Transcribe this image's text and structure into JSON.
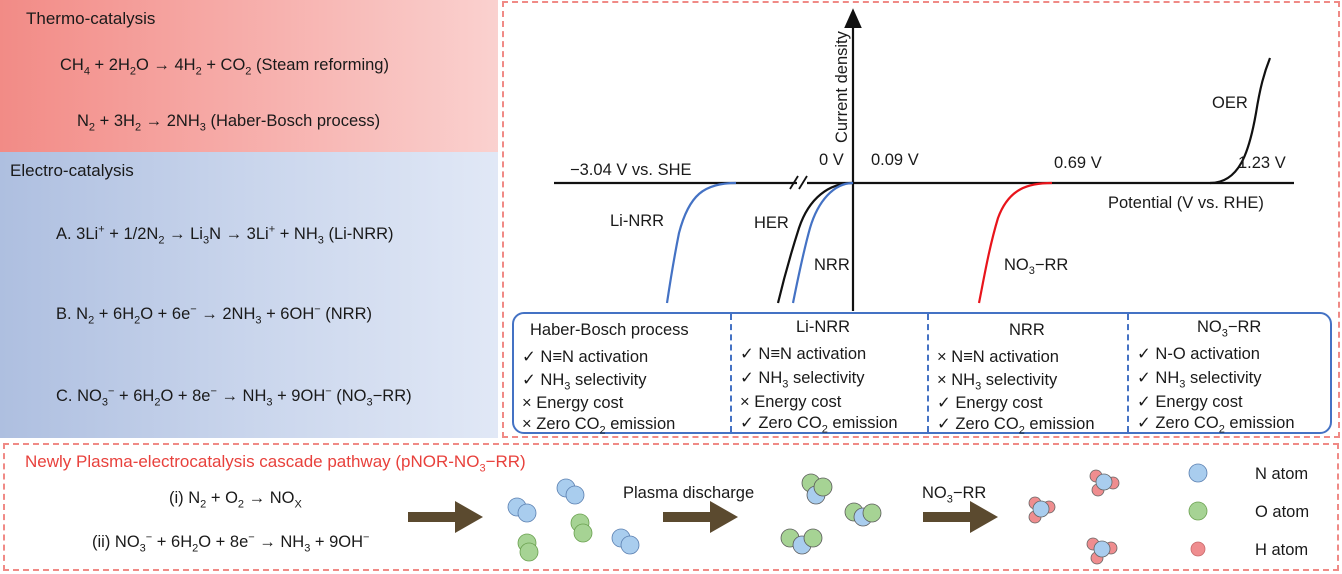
{
  "thermo": {
    "title": "Thermo-catalysis",
    "eq1": {
      "a": "CH",
      "a_sub": "4",
      "b": " + 2H",
      "b_sub": "2",
      "c": "O → 4H",
      "c_sub": "2",
      "d": " + CO",
      "d_sub": "2",
      "e": " (Steam reforming)"
    },
    "eq2": {
      "a": "N",
      "a_sub": "2",
      "b": " + 3H",
      "b_sub": "2",
      "c": " → 2NH",
      "c_sub": "3",
      "d": " (Haber-Bosch process)"
    }
  },
  "electro": {
    "title": "Electro-catalysis",
    "eqA": {
      "a": "A. 3Li",
      "a_sup": "+",
      "b": " + 1/2N",
      "b_sub": "2",
      "c": " → Li",
      "c_sub": "3",
      "d": "N → 3Li",
      "d_sup": "+",
      "e": " + NH",
      "e_sub": "3",
      "f": " (Li-NRR)"
    },
    "eqB": {
      "a": "B. N",
      "a_sub": "2",
      "b": " + 6H",
      "b_sub": "2",
      "c": "O + 6e",
      "c_sup": "−",
      "d": " → 2NH",
      "d_sub": "3",
      "e": " + 6OH",
      "e_sup": "−",
      "f": " (NRR)"
    },
    "eqC": {
      "a": "C. NO",
      "a_sub": "3",
      "a_sup": "−",
      "b": " + 6H",
      "b_sub": "2",
      "c": "O + 8e",
      "c_sup": "−",
      "d": " → NH",
      "d_sub": "3",
      "e": " + 9OH",
      "e_sup": "−",
      "f": " (NO",
      "f_sub": "3",
      "g": "−RR)"
    }
  },
  "plot": {
    "y_axis_label": "Current density",
    "x_axis_label": "Potential (V vs. RHE)",
    "labels": {
      "she": "−3.04 V vs. SHE",
      "zero": "0 V",
      "p009": "0.09 V",
      "p069": "0.69 V",
      "p123": "1.23 V",
      "oer": "OER",
      "her": "HER",
      "li_nrr": "Li-NRR",
      "nrr": "NRR",
      "no3rr_a": "NO",
      "no3rr_sub": "3",
      "no3rr_b": "−RR"
    },
    "colors": {
      "li_nrr": "#4472c4",
      "nrr": "#4472c4",
      "her": "#111111",
      "no3rr": "#e8141b",
      "oer": "#111111",
      "axis": "#111111"
    }
  },
  "table": {
    "border_color": "#4472c4",
    "columns": [
      {
        "head": "Haber-Bosch process",
        "items": [
          {
            "mark": "✓",
            "text": "N≡N activation"
          },
          {
            "mark": "✓",
            "text_a": "NH",
            "sub": "3",
            "text_b": " selectivity"
          },
          {
            "mark": "×",
            "text": "Energy cost"
          },
          {
            "mark": "×",
            "text_a": "Zero CO",
            "sub": "2",
            "text_b": " emission"
          }
        ]
      },
      {
        "head": "Li-NRR",
        "items": [
          {
            "mark": "✓",
            "text": "N≡N activation"
          },
          {
            "mark": "✓",
            "text_a": "NH",
            "sub": "3",
            "text_b": " selectivity"
          },
          {
            "mark": "×",
            "text": "Energy cost"
          },
          {
            "mark": "✓",
            "text_a": "Zero CO",
            "sub": "2",
            "text_b": " emission"
          }
        ]
      },
      {
        "head": "NRR",
        "items": [
          {
            "mark": "×",
            "text": "N≡N activation"
          },
          {
            "mark": "×",
            "text_a": "NH",
            "sub": "3",
            "text_b": " selectivity"
          },
          {
            "mark": "✓",
            "text": "Energy cost"
          },
          {
            "mark": "✓",
            "text_a": "Zero CO",
            "sub": "2",
            "text_b": " emission"
          }
        ]
      },
      {
        "head_a": "NO",
        "head_sub": "3",
        "head_b": "−RR",
        "items": [
          {
            "mark": "✓",
            "text": "N-O activation"
          },
          {
            "mark": "✓",
            "text_a": "NH",
            "sub": "3",
            "text_b": " selectivity"
          },
          {
            "mark": "✓",
            "text": "Energy cost"
          },
          {
            "mark": "✓",
            "text_a": "Zero CO",
            "sub": "2",
            "text_b": " emission"
          }
        ]
      }
    ]
  },
  "bottom": {
    "title": "Newly Plasma-electrocatalysis cascade pathway (pNOR-NO",
    "title_sub": "3",
    "title_end": "−RR)",
    "step1": {
      "a": "(i) N",
      "a_sub": "2",
      "b": " + O",
      "b_sub": "2",
      "c": " → NO",
      "c_sub": "X"
    },
    "step2": {
      "a": "(ii) NO",
      "a_sub": "3",
      "a_sup": "−",
      "b": " + 6H",
      "b_sub": "2",
      "c": "O + 8e",
      "c_sup": "−",
      "d": " → NH",
      "d_sub": "3",
      "e": " + 9OH",
      "e_sup": "−"
    },
    "plasma_label": "Plasma discharge",
    "no3rr_label_a": "NO",
    "no3rr_label_sub": "3",
    "no3rr_label_b": "−RR",
    "legend": [
      {
        "label": "N atom",
        "color": "#a9cdee"
      },
      {
        "label": "O atom",
        "color": "#a6d394"
      },
      {
        "label": "H atom",
        "color": "#ef8d8f"
      }
    ],
    "arrow_color": "#5b4a2f"
  }
}
